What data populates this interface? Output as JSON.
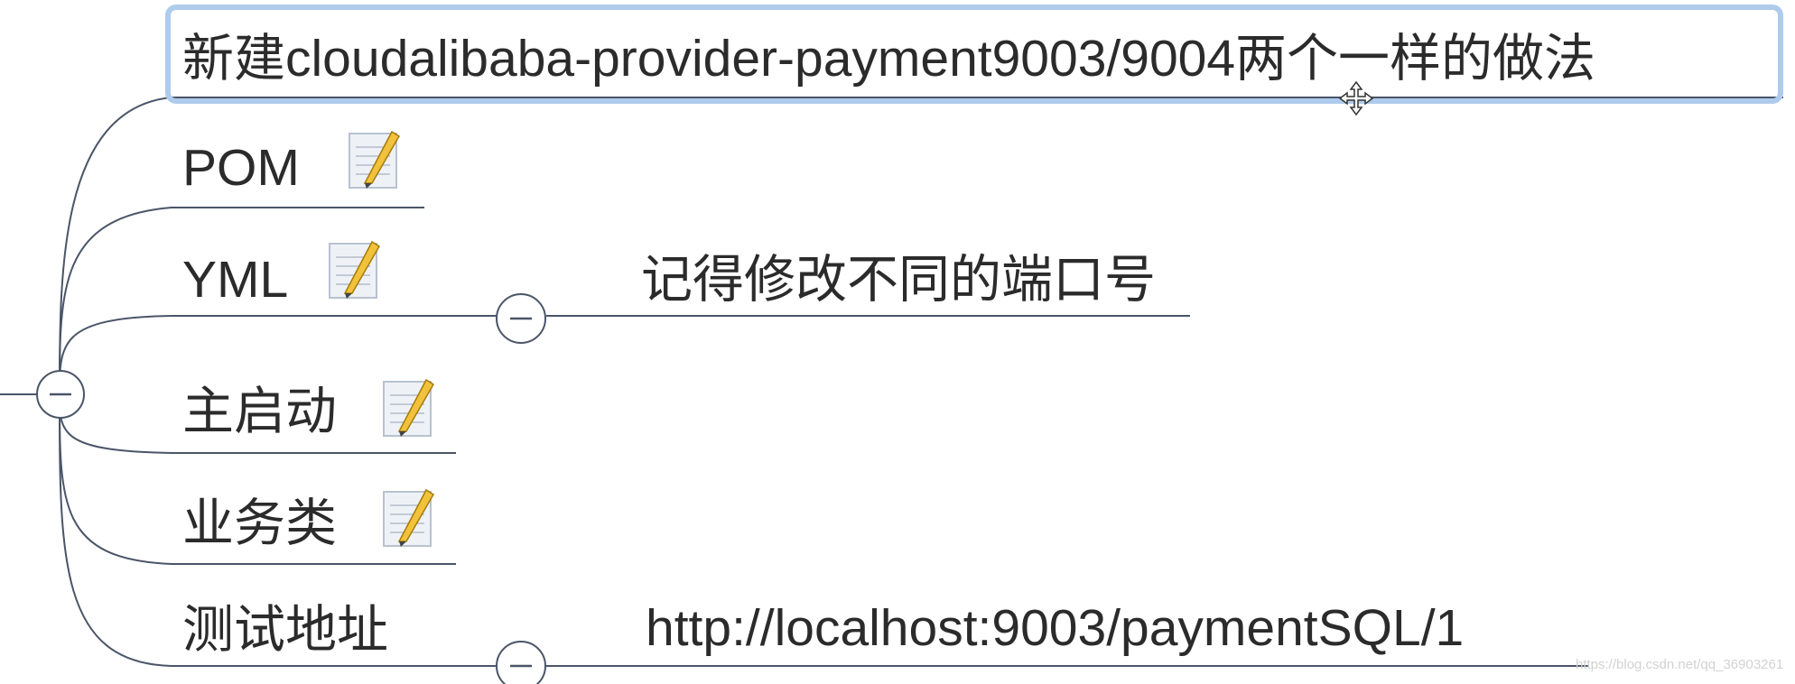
{
  "mindmap": {
    "root_topic": "新建cloudalibaba-provider-payment9003/9004两个一样的做法",
    "branches": [
      {
        "label": "POM"
      },
      {
        "label": "YML",
        "child": "记得修改不同的端口号"
      },
      {
        "label": "主启动"
      },
      {
        "label": "业务类"
      },
      {
        "label": "测试地址",
        "child": "http://localhost:9003/paymentSQL/1"
      }
    ],
    "collapse_symbol": "−"
  },
  "watermark": "https://blog.csdn.net/qq_36903261",
  "colors": {
    "branch_line": "#4a5568",
    "selection": "#aecbec",
    "note_icon_paper": "#eef2f7",
    "pencil": "#f2c23c"
  },
  "icons": [
    "note-icon",
    "move-cursor-icon",
    "collapse-icon"
  ]
}
